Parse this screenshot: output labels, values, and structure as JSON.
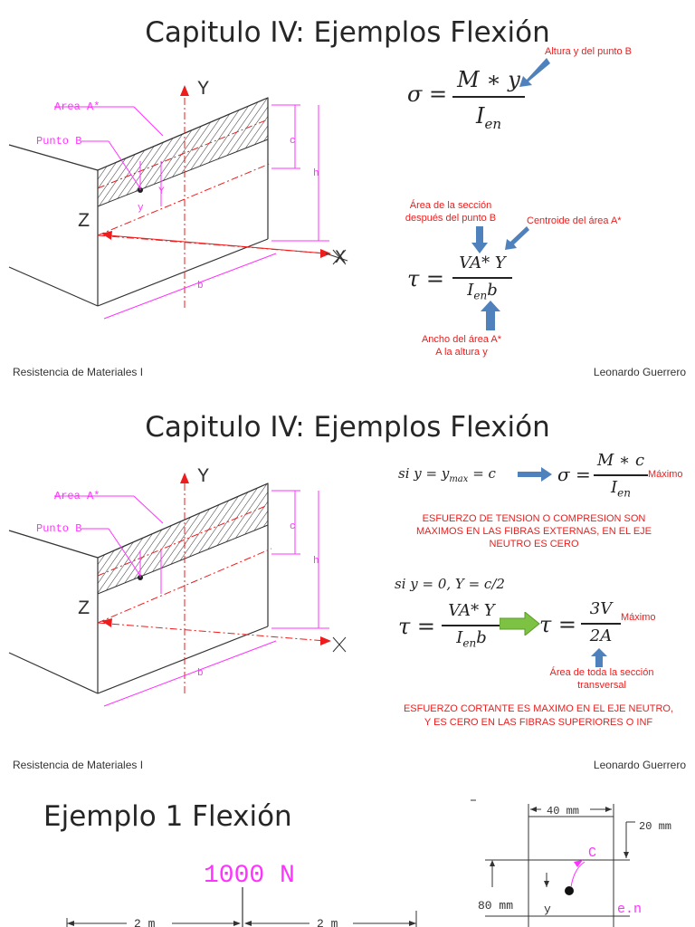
{
  "slide1": {
    "title": "Capitulo IV: Ejemplos Flexión",
    "footer_left": "Resistencia de Materiales I",
    "footer_right": "Leonardo Guerrero",
    "drawing": {
      "area_label": "Area A*",
      "punto_label": "Punto B",
      "y_axis": "Y",
      "z_axis": "Z",
      "x_axis": "X",
      "c_label": "c",
      "h_label": "h",
      "b_label": "b",
      "y_small": "y",
      "Y_small": "Y"
    },
    "sigma_formula": {
      "lhs": "σ =",
      "num": "M ∗ y",
      "den": "I",
      "den_sub": "en"
    },
    "note_altura": "Altura y del punto B",
    "note_area_line1": "Área de la sección",
    "note_area_line2": "después del punto B",
    "note_centroide": "Centroide del área A*",
    "tau_formula": {
      "lhs": "τ =",
      "num": "VA* Y",
      "den": "I",
      "den_sub": "en",
      "den_tail": "b"
    },
    "note_ancho_line1": "Ancho del área A*",
    "note_ancho_line2": "A la altura y"
  },
  "slide2": {
    "title": "Capitulo IV: Ejemplos Flexión",
    "footer_left": "Resistencia de Materiales I",
    "footer_right": "Leonardo Guerrero",
    "drawing": {
      "area_label": "Area A*",
      "punto_label": "Punto B",
      "y_axis": "Y",
      "z_axis": "Z",
      "c_label": "c",
      "h_label": "h",
      "b_label": "b"
    },
    "cond1": "si y = y",
    "cond1_sub": "max",
    "cond1_tail": "= c",
    "sigma_max": {
      "lhs": "σ =",
      "num": "M ∗ c",
      "den": "I",
      "den_sub": "en"
    },
    "maximo1": "Máximo",
    "esfuerzo1_line1": "ESFUERZO DE TENSION O COMPRESION SON",
    "esfuerzo1_line2": "MAXIMOS EN LAS FIBRAS EXTERNAS, EN EL EJE",
    "esfuerzo1_line3": "NEUTRO ES CERO",
    "cond2": "si y = 0,  Y = c/2",
    "tau_formula": {
      "lhs": "τ =",
      "num": "VA* Y",
      "den": "I",
      "den_sub": "en",
      "den_tail": "b"
    },
    "tau_max": {
      "lhs": "τ =",
      "num": "3V",
      "den": "2A"
    },
    "maximo2": "Máximo",
    "note_area_total_line1": "Área de toda la sección",
    "note_area_total_line2": "transversal",
    "esfuerzo2_line1": "ESFUERZO CORTANTE ES MAXIMO EN EL EJE NEUTRO,",
    "esfuerzo2_line2": "Y ES CERO EN LAS FIBRAS SUPERIORES O INF"
  },
  "slide3": {
    "title": "Ejemplo 1 Flexión",
    "load": "1000 N",
    "span_left": "2 m",
    "span_right": "2 m",
    "section": {
      "width": "40 mm",
      "c_label": "C",
      "top_dim": "20 mm",
      "height": "80 mm",
      "y_label": "y",
      "en_label": "e.n"
    }
  },
  "colors": {
    "red": "#ee1c1c",
    "magenta": "#ff33ff",
    "blue": "#4f81bd",
    "green": "#7dc242"
  }
}
